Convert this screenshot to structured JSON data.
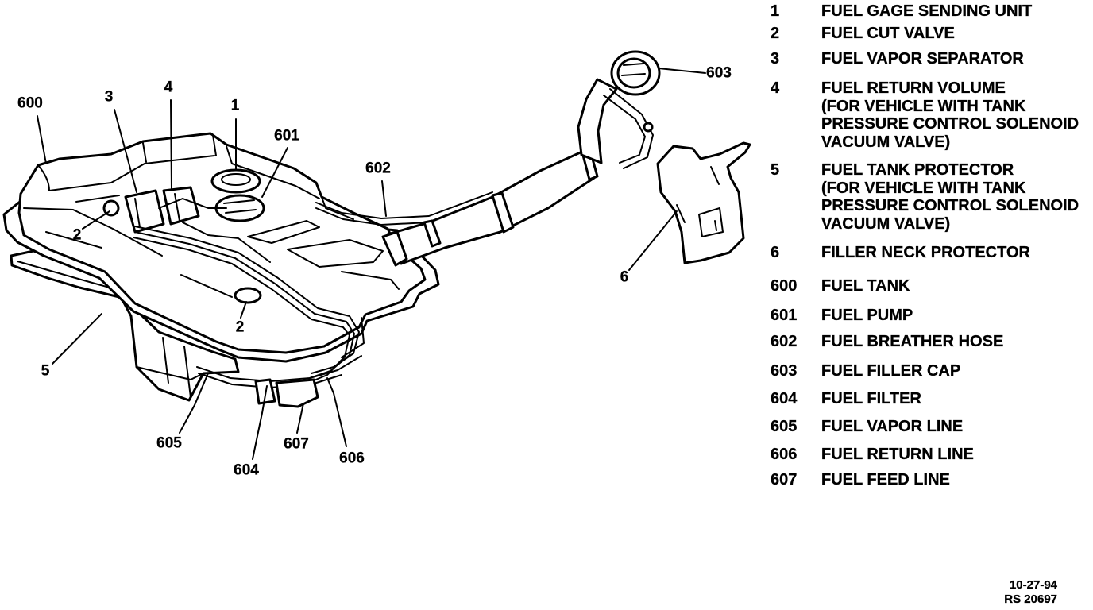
{
  "diagram": {
    "callouts": {
      "fuel_tank": "600",
      "vapor_separator": "3",
      "return_volume": "4",
      "gage_sending_unit": "1",
      "fuel_pump": "601",
      "breather_hose": "602",
      "filler_cap": "603",
      "cut_valve_left": "2",
      "cut_valve_center": "2",
      "tank_protector": "5",
      "filler_neck_protector": "6",
      "vapor_line": "605",
      "feed_line": "607",
      "fuel_filter": "604",
      "return_line": "606"
    }
  },
  "legend": [
    {
      "num": "1",
      "lines": [
        "FUEL GAGE SENDING UNIT"
      ]
    },
    {
      "num": "2",
      "lines": [
        "FUEL CUT VALVE"
      ]
    },
    {
      "num": "3",
      "lines": [
        "FUEL VAPOR SEPARATOR"
      ]
    },
    {
      "num": "4",
      "lines": [
        "FUEL RETURN VOLUME",
        "(FOR VEHICLE WITH TANK",
        "PRESSURE CONTROL SOLENOID",
        "VACUUM VALVE)"
      ]
    },
    {
      "num": "5",
      "lines": [
        "FUEL TANK PROTECTOR",
        "(FOR VEHICLE WITH TANK",
        "PRESSURE CONTROL SOLENOID",
        "VACUUM VALVE)"
      ]
    },
    {
      "num": "6",
      "lines": [
        "FILLER NECK PROTECTOR"
      ]
    },
    {
      "num": "600",
      "lines": [
        "FUEL TANK"
      ]
    },
    {
      "num": "601",
      "lines": [
        "FUEL PUMP"
      ]
    },
    {
      "num": "602",
      "lines": [
        "FUEL BREATHER HOSE"
      ]
    },
    {
      "num": "603",
      "lines": [
        "FUEL FILLER CAP"
      ]
    },
    {
      "num": "604",
      "lines": [
        "FUEL FILTER"
      ]
    },
    {
      "num": "605",
      "lines": [
        "FUEL VAPOR LINE"
      ]
    },
    {
      "num": "606",
      "lines": [
        "FUEL RETURN LINE"
      ]
    },
    {
      "num": "607",
      "lines": [
        "FUEL FEED LINE"
      ]
    }
  ],
  "footer": {
    "date": "10-27-94",
    "drawing_number": "RS 20697"
  },
  "colors": {
    "ink": "#000000",
    "paper": "#ffffff"
  }
}
